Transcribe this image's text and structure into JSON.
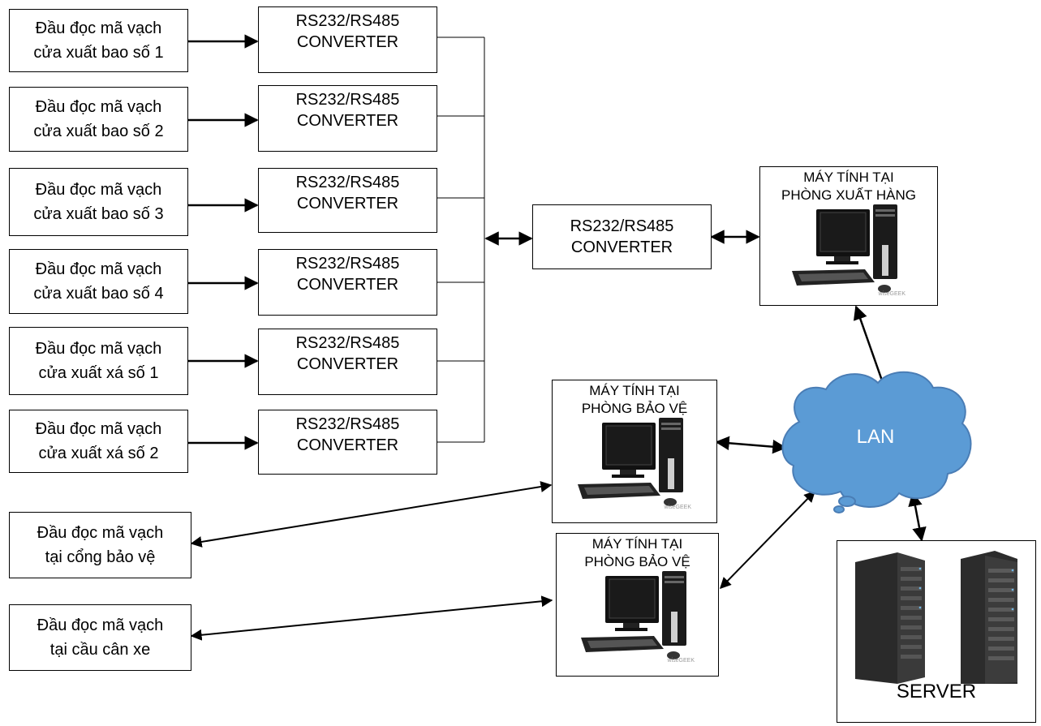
{
  "readers": [
    {
      "line1": "Đầu đọc mã vạch",
      "line2": "cửa xuất bao số 1"
    },
    {
      "line1": "Đầu đọc mã vạch",
      "line2": "cửa xuất bao số 2"
    },
    {
      "line1": "Đầu đọc mã vạch",
      "line2": "cửa xuất bao số 3"
    },
    {
      "line1": "Đầu đọc mã vạch",
      "line2": "cửa xuất bao số 4"
    },
    {
      "line1": "Đầu đọc mã vạch",
      "line2": "cửa xuất xá số 1"
    },
    {
      "line1": "Đầu đọc mã vạch",
      "line2": "cửa xuất xá số 2"
    }
  ],
  "converters": [
    {
      "line1": "RS232/RS485",
      "line2": "CONVERTER"
    },
    {
      "line1": "RS232/RS485",
      "line2": "CONVERTER"
    },
    {
      "line1": "RS232/RS485",
      "line2": "CONVERTER"
    },
    {
      "line1": "RS232/RS485",
      "line2": "CONVERTER"
    },
    {
      "line1": "RS232/RS485",
      "line2": "CONVERTER"
    },
    {
      "line1": "RS232/RS485",
      "line2": "CONVERTER"
    }
  ],
  "main_converter": {
    "line1": "RS232/RS485",
    "line2": "CONVERTER"
  },
  "pc_export": {
    "line1": "MÁY TÍNH TẠI",
    "line2": "PHÒNG XUẤT HÀNG",
    "brand": "wiseGEEK"
  },
  "pc_guard_1": {
    "line1": "MÁY TÍNH TẠI",
    "line2": "PHÒNG BẢO VỆ",
    "brand": "wiseGEEK"
  },
  "pc_guard_2": {
    "line1": "MÁY TÍNH TẠI",
    "line2": "PHÒNG BẢO VỆ",
    "brand": "wiseGEEK"
  },
  "gate_reader": {
    "line1": "Đầu đọc mã vạch",
    "line2": "tại cổng bảo vệ"
  },
  "scale_reader": {
    "line1": "Đầu đọc mã vạch",
    "line2": "tại cầu cân xe"
  },
  "lan": {
    "label": "LAN",
    "color": "#5b9bd5"
  },
  "server": {
    "label": "SERVER"
  }
}
